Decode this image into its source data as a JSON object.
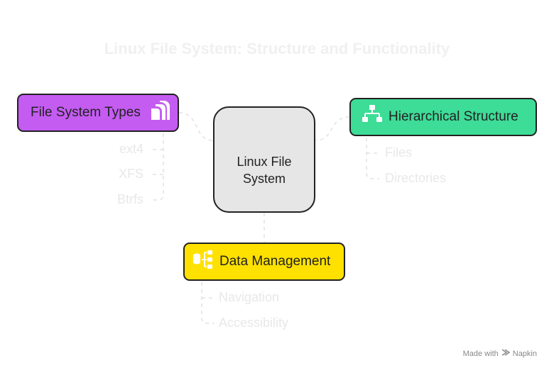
{
  "title": "Linux File System: Structure and Functionality",
  "center": {
    "line1": "Linux File",
    "line2": "System"
  },
  "nodes": {
    "types": {
      "label": "File System Types",
      "color": "#c45cf2",
      "icon": "document-stack-icon",
      "children": [
        "ext4",
        "XFS",
        "Btrfs"
      ]
    },
    "hierarchy": {
      "label": "Hierarchical Structure",
      "color": "#3ddc97",
      "icon": "org-chart-icon",
      "children": [
        "Files",
        "Directories"
      ]
    },
    "data": {
      "label": "Data Management",
      "color": "#ffe100",
      "icon": "database-flow-icon",
      "children": [
        "Navigation",
        "Accessibility"
      ]
    }
  },
  "footer": {
    "made_with": "Made with",
    "brand": "Napkin"
  }
}
